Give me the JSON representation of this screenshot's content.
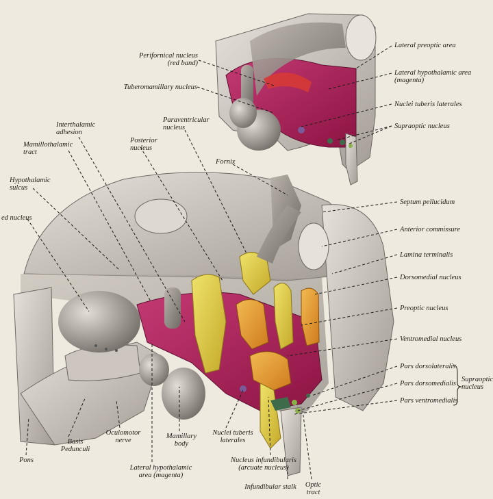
{
  "top_labels": {
    "perifornical": "Perifornical nucleus\n(red band)",
    "tuberomammillary": "Tuberomamillary nucleus",
    "lateral_preoptic": "Lateral preoptic area",
    "lateral_hypothalamic": "Lateral hypothalamic area\n(magenta)",
    "nuclei_tuberis": "Nuclei tuberis laterales",
    "supraoptic": "Supraoptic nucleus"
  },
  "main_labels": {
    "interthalamic": "Interthalamic\nadhesion",
    "mamillothalamic": "Mamillothalamic\ntract",
    "hypothalamic_sulcus": "Hypothalamic\nsulcus",
    "red_nucleus": "ed nucleus",
    "posterior": "Posterior\nnucleus",
    "paraventricular": "Paraventricular\nnucleus",
    "fornix": "Fornix",
    "septum": "Septum pellucidum",
    "anterior_commissure": "Anterior commissure",
    "lamina": "Lamina terminalis",
    "dorsomedial": "Dorsomedial nucleus",
    "preoptic": "Preoptic nucleus",
    "ventromedial": "Ventromedial nucleus",
    "pars_dorsolateralis": "Pars dorsolateralis",
    "pars_dorsomedialis": "Pars dorsomedialis",
    "pars_ventromedialis": "Pars ventromedialis",
    "supraoptic_group": "Supraoptic\nnucleus",
    "pons": "Pons",
    "basis": "Basis\nPedunculi",
    "oculomotor": "Oculomotor\nnerve",
    "lat_hyp_bottom": "Lateral hypothalamic\narea (magenta)",
    "mamillary": "Mamillary\nbody",
    "nuclei_tuberis_bottom": "Nuclei tuberis\nlaterales",
    "infundibularis": "Nucleus infundibularis\n(arcuate nucleus)",
    "infundibular_stalk": "Infundibular stalk",
    "optic_tract": "Optic\ntract"
  },
  "colors": {
    "background": "#efeae0",
    "tissue": "#cfc9c0",
    "tissue_shade": "#9f9993",
    "magenta": "#b1245b",
    "yellow": "#e4d43b",
    "orange": "#e49a2e",
    "leader": "#1e1b17"
  }
}
